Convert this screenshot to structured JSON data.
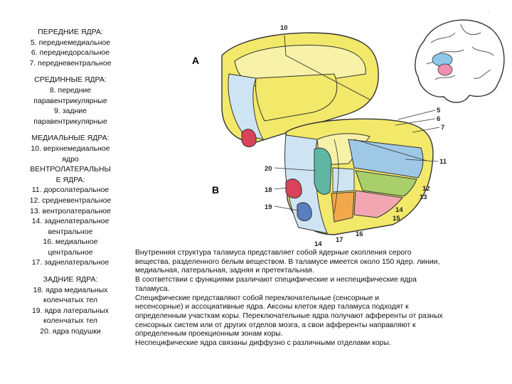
{
  "legend": {
    "anterior": {
      "title": "ПЕРЕДНИЕ ЯДРА:",
      "lines": [
        "5. переднемедиальное",
        "6. переднедорсальное",
        "7. передневентральное"
      ]
    },
    "median": {
      "title": "СРЕДИННЫЕ ЯДРА:",
      "lines": [
        "8. передние",
        "паравентрикулярные",
        "9. задние",
        "паравентрикулярные"
      ]
    },
    "medial": {
      "title": "МЕДИАЛЬНЫЕ ЯДРА:",
      "lines": [
        "10. верхнемедиальное",
        "ядро"
      ]
    },
    "ventrolateral": {
      "title_line1": "ВЕНТРОЛАТЕРАЛЬНЫ",
      "title_line2": "Е ЯДРА:",
      "lines": [
        "11. дорсолатеральное",
        "12. средневентральное",
        "13. вентролатеральное",
        "14. заднелатеральное",
        "вентральное",
        "16. медиальное",
        "центральное",
        "17. заднелатеральное"
      ]
    },
    "posterior": {
      "title": "ЗАДНИЕ ЯДРА:",
      "lines": [
        "18. ядра медиальных",
        "коленчатых тел",
        "19. ядра латеральных",
        "коленчатых тел",
        "20. ядра подушки"
      ]
    }
  },
  "diagram": {
    "view_labels": [
      "A",
      "B"
    ],
    "numbers": [
      "10",
      "5",
      "6",
      "7",
      "11",
      "12",
      "13",
      "14",
      "15",
      "16",
      "17",
      "14",
      "20",
      "18",
      "19"
    ]
  },
  "description": {
    "lines": [
      "Внутренняя структура таламуса представляет собой ядерные скопления серого",
      "вещества, разделенного белым веществом. В таламусе имеется около 150 ядер. линии,",
      "медиальная, латеральная, задняя и претектальная.",
      "В соответствии с функциями различают специфические и неспецифические ядра",
      "таламуса.",
      "Специфические представляют собой переключательные (сенсорные и",
      "несенсорные) и ассоциативные ядра. Аксоны клеток ядер таламуса подходят к",
      "определенным участкам коры. Переключательные ядра получают афференты от разных",
      "сенсорных систем или от других отделов мозга, а свои афференты направляют к",
      "определенным проекционным зонам коры.",
      "Неспецифические ядра связаны диффузно с различными отделами коры."
    ]
  },
  "colors": {
    "yellow": "#f2e86a",
    "light_yellow": "#f7f2a8",
    "blue": "#9fc8e6",
    "light_blue": "#cfe4f2",
    "teal": "#5fb7a3",
    "red": "#d9435a",
    "pink": "#f2a6b2",
    "orange": "#f2a84a",
    "green": "#a8cf6a",
    "brain_pink": "#ef8fb0",
    "brain_blue": "#8ec6e8"
  }
}
